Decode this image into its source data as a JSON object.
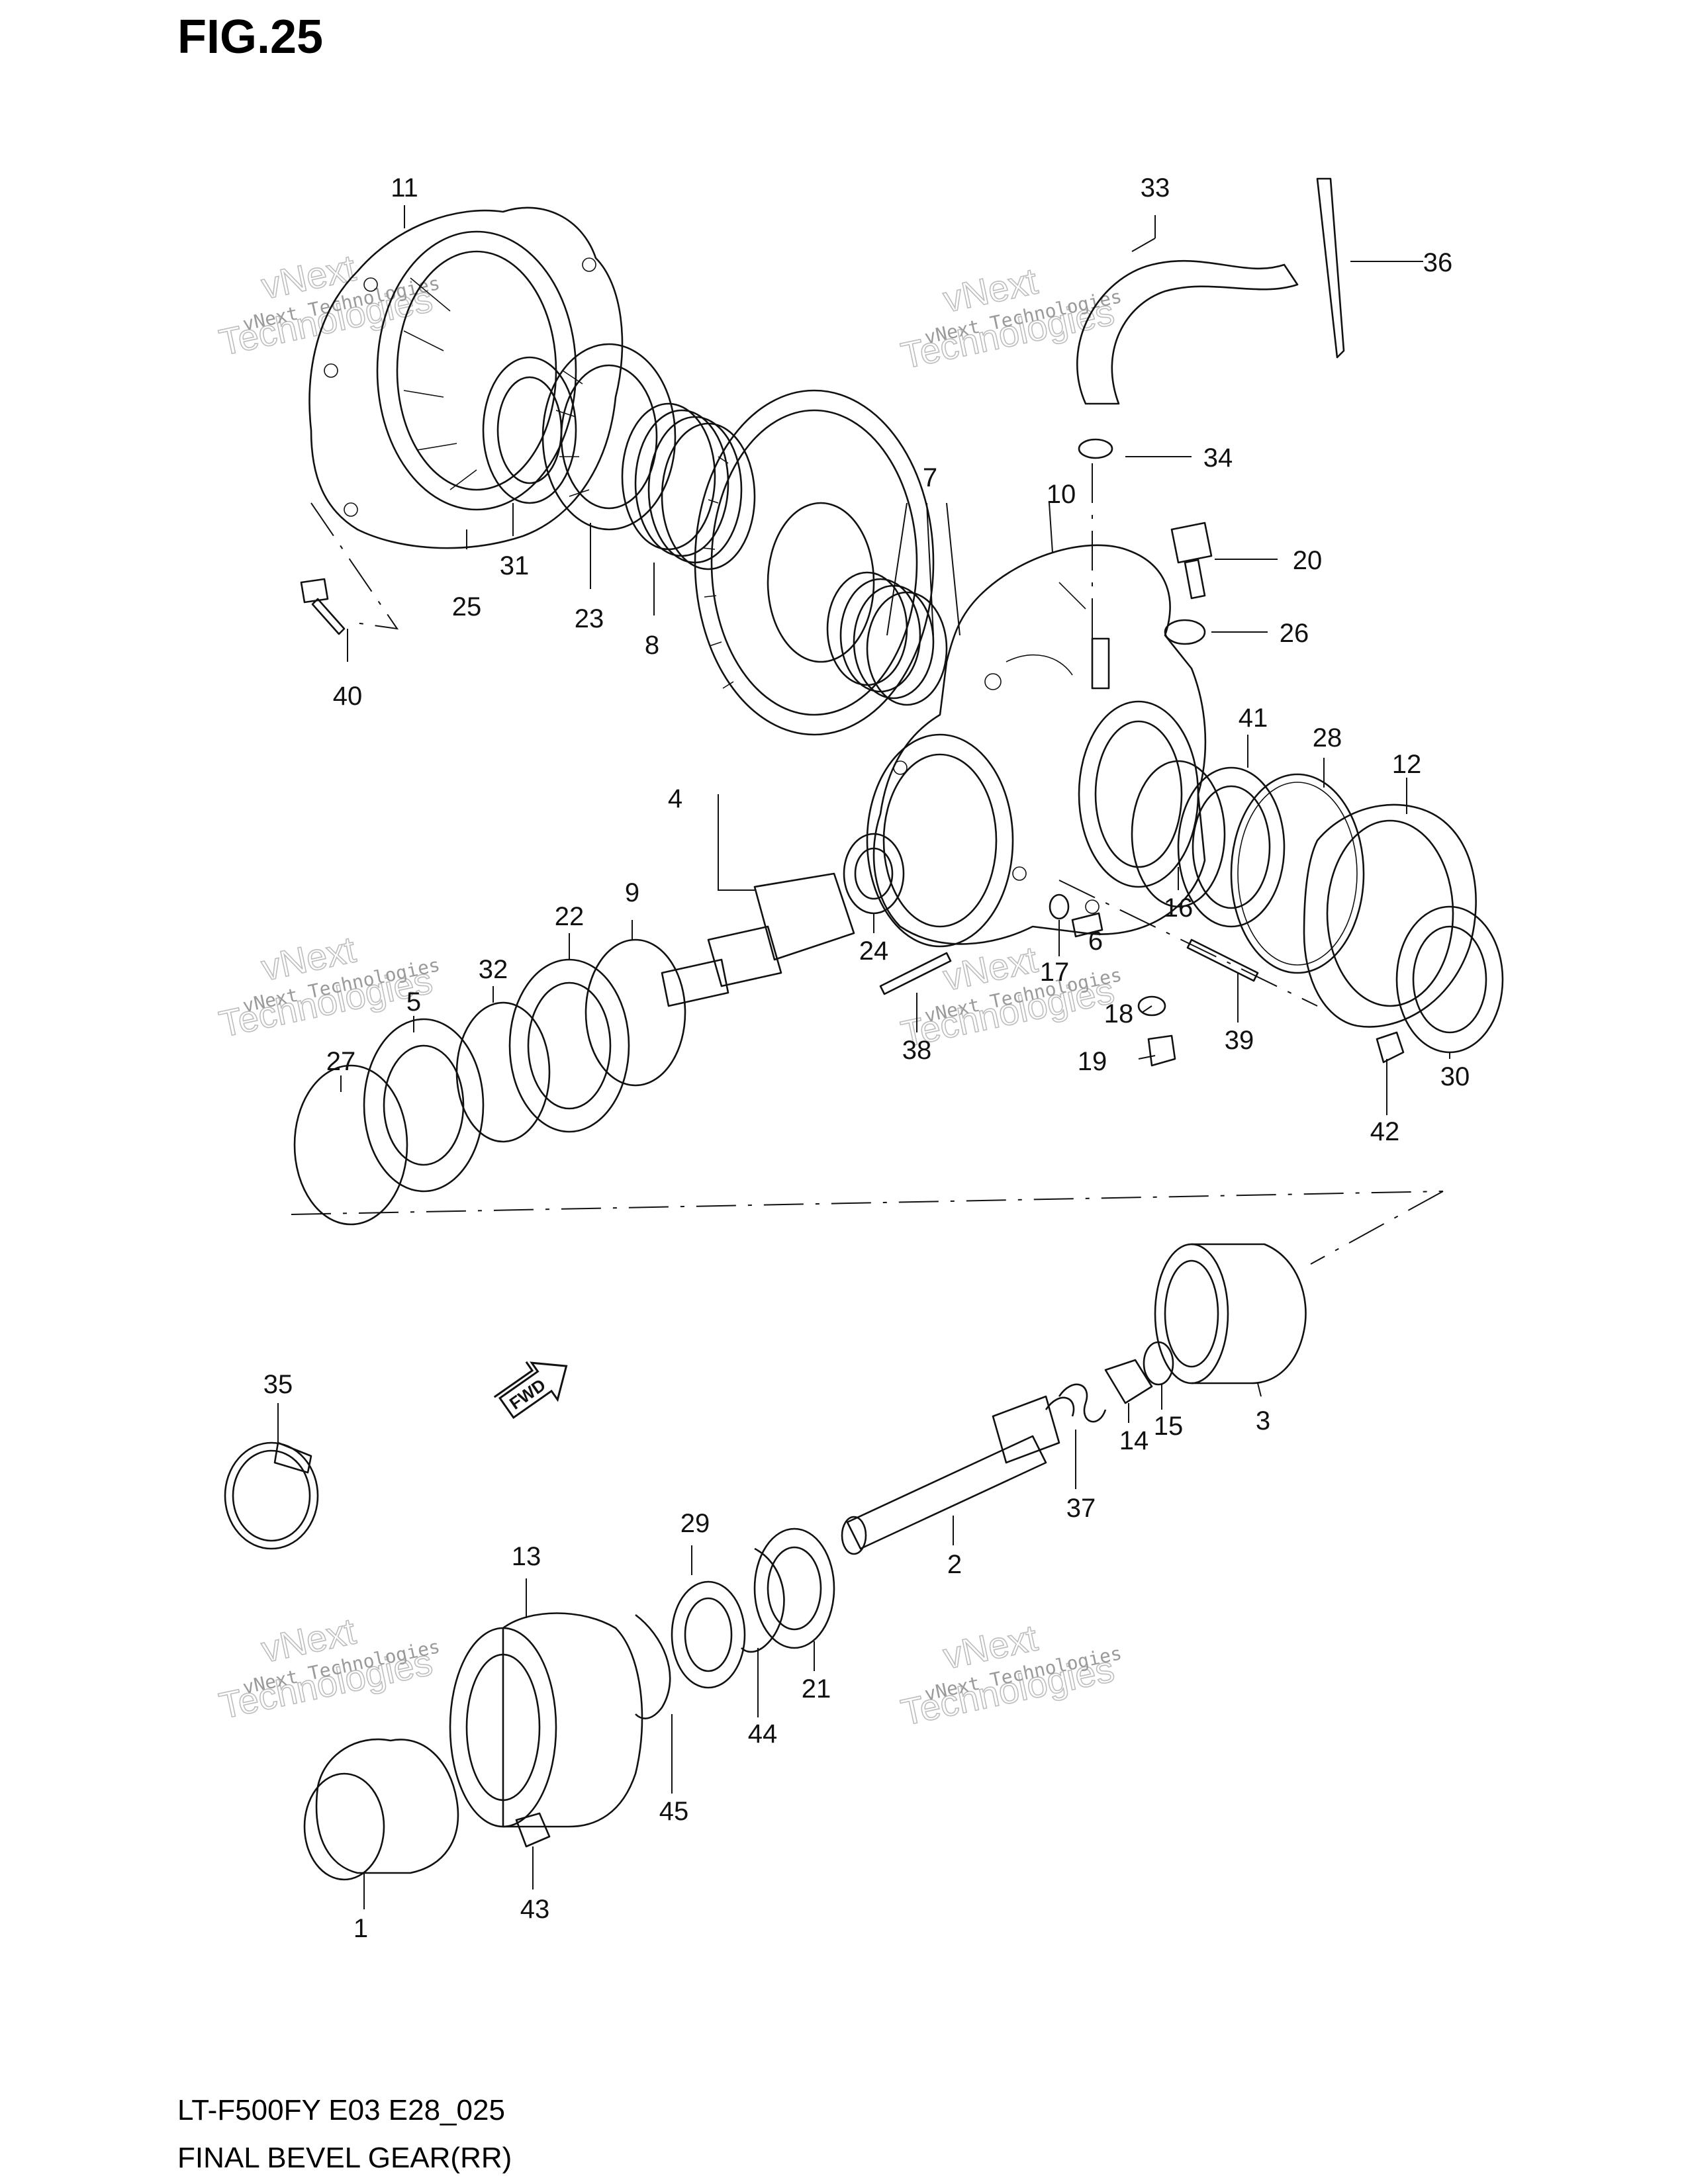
{
  "figure": {
    "title": "FIG.25",
    "model_code": "LT-F500FY E03 E28_025",
    "caption": "FINAL BEVEL GEAR(RR)"
  },
  "direction_marker": {
    "label": "FWD",
    "icon": "fwd-arrow-icon"
  },
  "watermark": {
    "small_text": "vNext Technologies",
    "large_line1": "vNext",
    "large_line2": "Technologies"
  },
  "callouts": [
    "1",
    "2",
    "3",
    "4",
    "5",
    "6",
    "7",
    "8",
    "9",
    "10",
    "11",
    "12",
    "13",
    "14",
    "15",
    "16",
    "17",
    "18",
    "19",
    "20",
    "21",
    "22",
    "23",
    "24",
    "25",
    "26",
    "27",
    "28",
    "29",
    "30",
    "31",
    "32",
    "33",
    "34",
    "35",
    "36",
    "37",
    "38",
    "39",
    "40",
    "41",
    "42",
    "43",
    "44",
    "45"
  ]
}
